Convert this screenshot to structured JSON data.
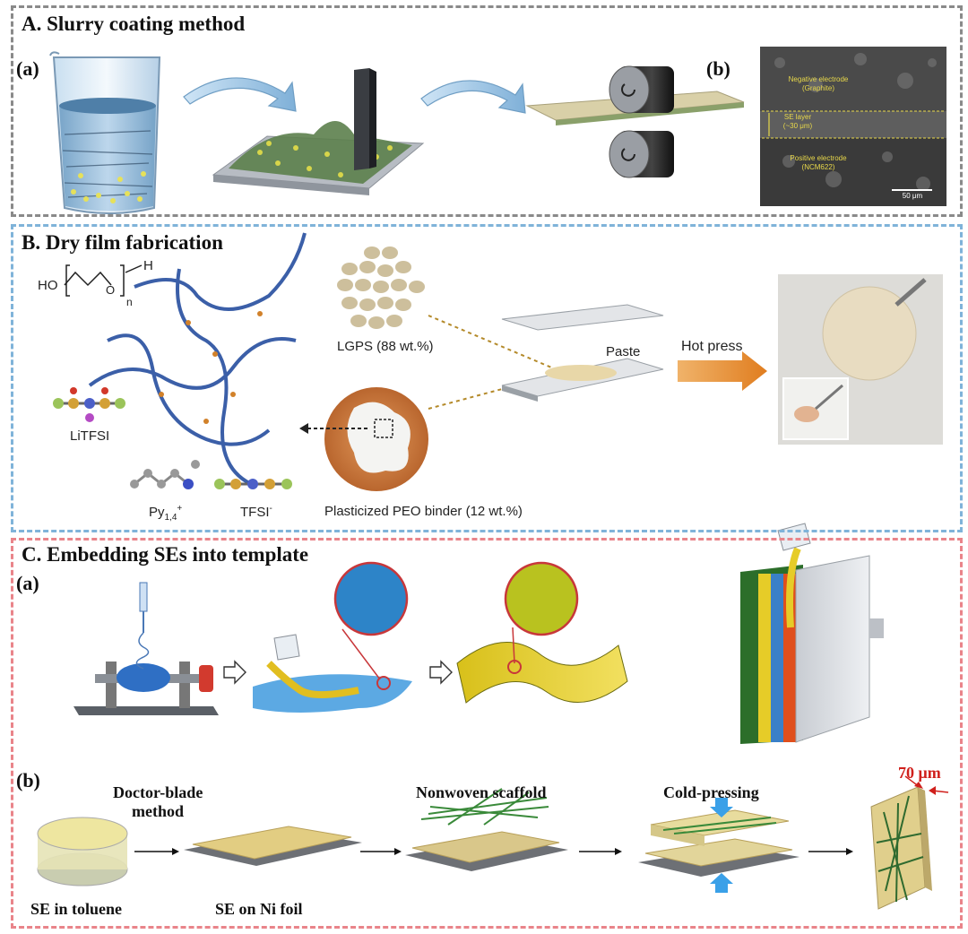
{
  "panelA": {
    "title": "A. Slurry coating method",
    "label_a": "(a)",
    "label_b": "(b)",
    "sem": {
      "negative": "Negative electrode",
      "negative_sub": "(Graphite)",
      "se_layer": "SE layer",
      "se_sub": "(~30 μm)",
      "positive": "Positive electrode",
      "positive_sub": "(NCM622)",
      "scale": "50 μm"
    }
  },
  "panelB": {
    "title": "B. Dry film fabrication",
    "lgps": "LGPS (88 wt.%)",
    "paste": "Paste",
    "hot_press": "Hot press",
    "litfsi": "LiTFSI",
    "py14": "Py",
    "py14_sub": "1,4",
    "py14_sup": "+",
    "tfsi": "TFSI",
    "tfsi_sup": "-",
    "binder": "Plasticized PEO binder (12 wt.%)",
    "ho": "HO",
    "o": "O",
    "h": "H",
    "n": "n"
  },
  "panelC": {
    "title": "C. Embedding SEs into template",
    "label_a": "(a)",
    "label_b": "(b)",
    "doctor_blade_1": "Doctor-blade",
    "doctor_blade_2": "method",
    "nonwoven": "Nonwoven scaffold",
    "cold_pressing": "Cold-pressing",
    "thickness": "70 μm",
    "se_toluene": "SE in toluene",
    "se_ni": "SE on Ni foil"
  },
  "colors": {
    "panelA_border": "#8a8a8a",
    "panelB_border": "#7fb3d9",
    "panelC_border": "#e9848a",
    "accent_red": "#d0201c",
    "arrow_orange": "#e58a2c"
  }
}
